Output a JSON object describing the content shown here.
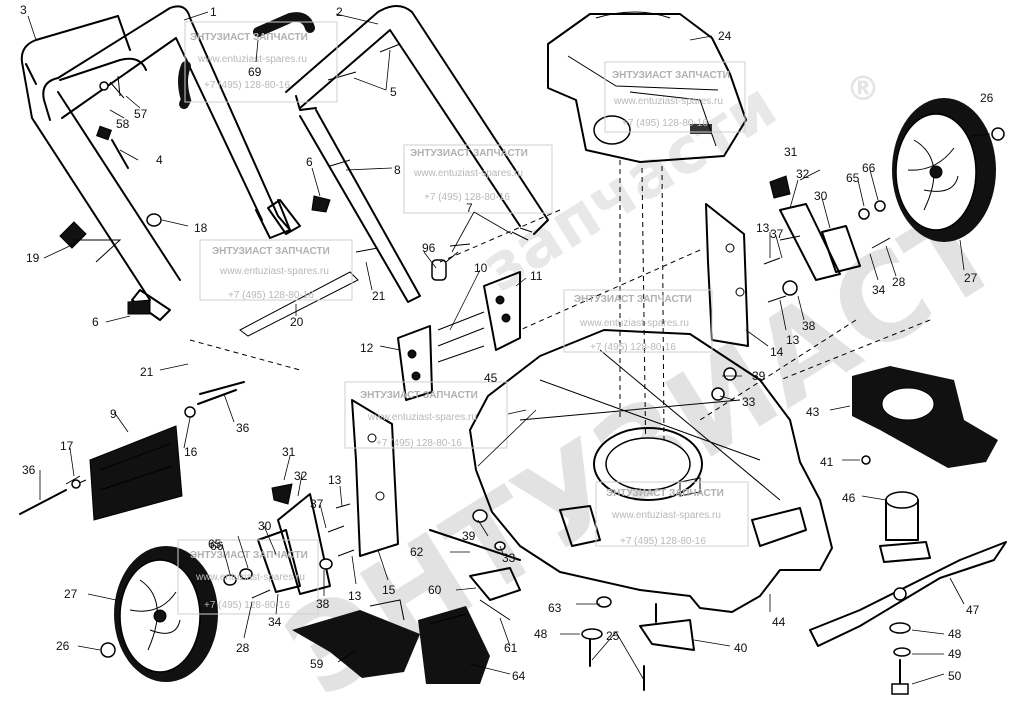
{
  "watermark": {
    "big_latin": "ЭНТУЗИАСТ",
    "big_script": "запчасти",
    "registered": "®",
    "card": {
      "title": "ЭНТУЗИАСТ ЗАПЧАСТИ",
      "site": "www.entuziast-spares.ru",
      "phone": "+7 (495) 128-80-16"
    }
  },
  "callouts": [
    "1",
    "2",
    "3",
    "4",
    "5",
    "6",
    "7",
    "8",
    "9",
    "10",
    "11",
    "12",
    "13",
    "14",
    "15",
    "16",
    "17",
    "18",
    "19",
    "20",
    "21",
    "24",
    "25",
    "26",
    "27",
    "28",
    "30",
    "31",
    "32",
    "33",
    "34",
    "36",
    "37",
    "38",
    "39",
    "40",
    "41",
    "43",
    "44",
    "45",
    "46",
    "47",
    "48",
    "49",
    "50",
    "57",
    "58",
    "59",
    "60",
    "61",
    "62",
    "63",
    "64",
    "65",
    "66",
    "69",
    "96"
  ]
}
